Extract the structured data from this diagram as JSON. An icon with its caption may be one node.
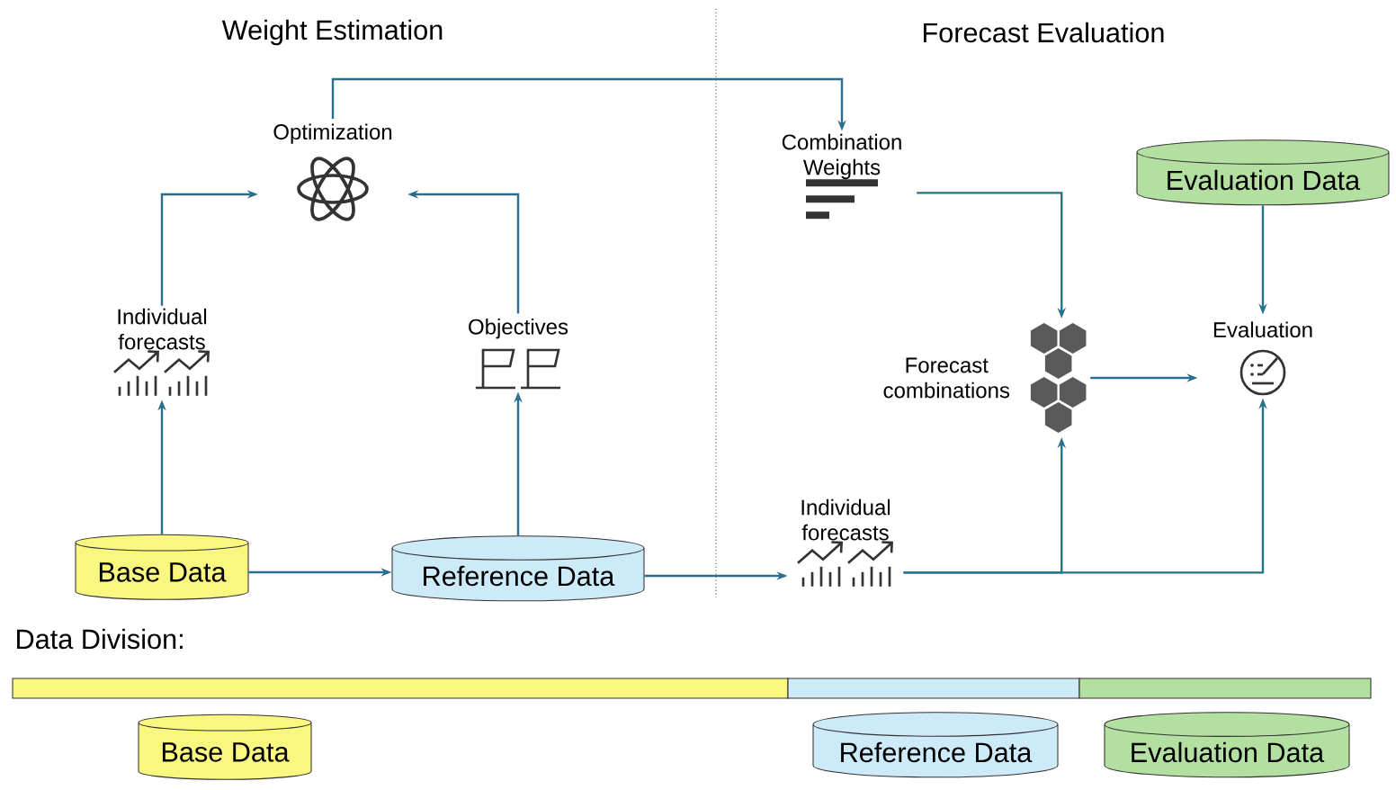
{
  "diagram": {
    "nodes": [
      {
        "text": [
          "Optimization"
        ]
      },
      {
        "text": [
          "Individual forecasts"
        ]
      },
      {
        "text": [
          "Objectives"
        ]
      },
      {
        "text": [
          "Base Data"
        ]
      },
      {
        "text": [
          "Reference Data"
        ]
      },
      {
        "text": [
          "Combination Weights"
        ]
      },
      {
        "text": [
          "Evaluation Data"
        ]
      },
      {
        "text": [
          "Forecast combinations"
        ]
      },
      {
        "text": [
          "Evaluation"
        ]
      },
      {
        "text": [
          "Individual forecasts"
        ]
      },
      {
        "text": [
          "Base Data"
        ]
      },
      {
        "text": [
          "Reference Data"
        ]
      },
      {
        "text": [
          "Evaluation Data"
        ]
      }
    ],
    "edges": [
      {
        "from": 3,
        "to": 1,
        "arrow": "to"
      },
      {
        "from": 1,
        "to": 0,
        "arrow": "to"
      },
      {
        "from": 4,
        "to": 2,
        "arrow": "to"
      },
      {
        "from": 2,
        "to": 0,
        "arrow": "to"
      },
      {
        "from": 3,
        "to": 4,
        "arrow": "to"
      },
      {
        "from": 4,
        "to": 9,
        "arrow": "to"
      },
      {
        "from": 0,
        "to": 5,
        "arrow": "to"
      },
      {
        "from": 5,
        "to": 7,
        "arrow": "to"
      },
      {
        "from": 6,
        "to": 8,
        "arrow": "to"
      },
      {
        "from": 7,
        "to": 8,
        "arrow": "to"
      },
      {
        "from": 9,
        "to": 7,
        "arrow": "to"
      },
      {
        "from": 9,
        "to": 8,
        "arrow": "to"
      }
    ],
    "labels": [
      "Weight Estimation",
      "Forecast Evaluation",
      "Data Division:"
    ]
  }
}
